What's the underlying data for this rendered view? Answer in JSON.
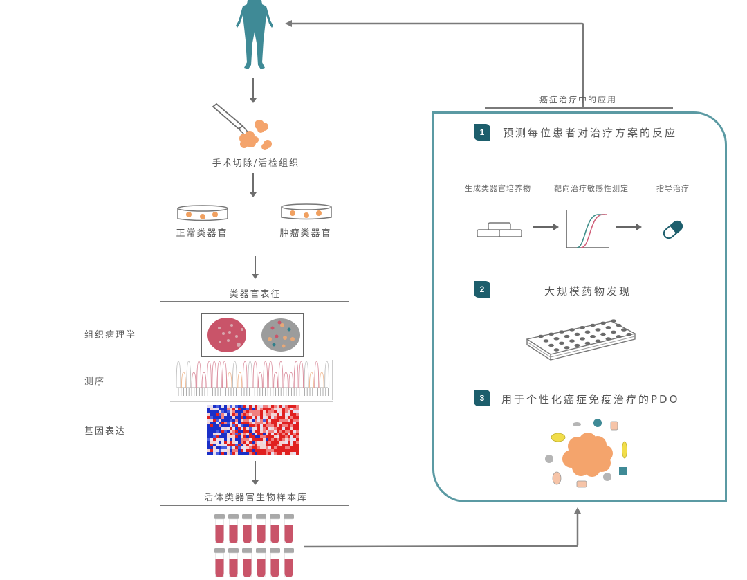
{
  "colors": {
    "teal_frame": "#5b9aa3",
    "badge": "#1d5e6c",
    "figure": "#3f8a96",
    "tissue": "#f4a46c",
    "tube_red": "#c95469",
    "arrow_gray": "#7a7a7a"
  },
  "left_flow": {
    "patient_icon": "human-figure-icon",
    "biopsy_label": "手术切除/活检组织",
    "normal_organoid_label": "正常类器官",
    "tumor_organoid_label": "肿瘤类器官",
    "characterization_title": "类器官表征",
    "characterization_rows": [
      {
        "label": "组织病理学",
        "icon": "histology-slides-icon"
      },
      {
        "label": "测序",
        "icon": "sequencing-chromatogram-icon"
      },
      {
        "label": "基因表达",
        "icon": "gene-expression-heatmap-icon"
      }
    ],
    "biobank_title": "活体类器官生物样本库",
    "biobank_tube_rows": 2,
    "biobank_tubes_per_row": 6
  },
  "right_panel": {
    "title": "癌症治疗中的应用",
    "steps": [
      {
        "number": "1",
        "title": "预测每位患者对治疗方案的反应",
        "substeps": [
          "生成类器官培养物",
          "靶向治疗敏感性测定",
          "指导治疗"
        ]
      },
      {
        "number": "2",
        "title": "大规模药物发现"
      },
      {
        "number": "3",
        "title": "用于个性化癌症免疫治疗的PDO"
      }
    ]
  }
}
